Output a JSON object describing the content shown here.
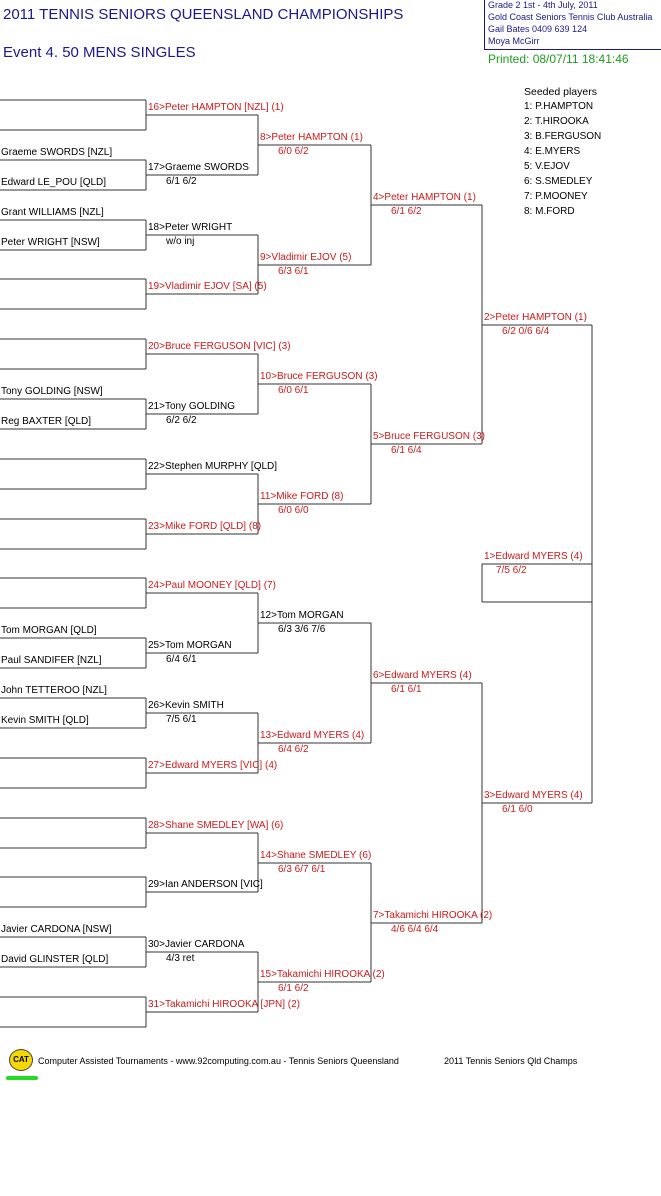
{
  "header": {
    "title": "2011 TENNIS SENIORS QUEENSLAND CHAMPIONSHIPS",
    "event": "Event 4. 50  MENS SINGLES",
    "info_lines": [
      "Grade 2   1st - 4th July, 2011",
      "Gold Coast Seniors Tennis Club   Australia",
      "Gail Bates   0409 639 124",
      "Moya McGirr"
    ],
    "printed": "Printed: 08/07/11 18:41:46"
  },
  "seeds": {
    "heading": "Seeded players",
    "items": [
      "1: P.HAMPTON",
      "2: T.HIROOKA",
      "3: B.FERGUSON",
      "4: E.MYERS",
      "5: V.EJOV",
      "6: S.SMEDLEY",
      "7: P.MOONEY",
      "8: M.FORD"
    ]
  },
  "round1": [
    "",
    "",
    "Graeme SWORDS [NZL]",
    "Edward LE_POU [QLD]",
    "Grant WILLIAMS [NZL]",
    "Peter WRIGHT [NSW]",
    "",
    "",
    "",
    "",
    "Tony GOLDING [NSW]",
    "Reg BAXTER [QLD]",
    "",
    "",
    "",
    "",
    "",
    "",
    "Tom MORGAN [QLD]",
    "Paul SANDIFER [NZL]",
    "John TETTEROO [NZL]",
    "Kevin SMITH [QLD]",
    "",
    "",
    "",
    "",
    "",
    "",
    "Javier CARDONA [NSW]",
    "David GLINSTER [QLD]",
    "",
    ""
  ],
  "round2": [
    {
      "label": "16>Peter HAMPTON [NZL] (1)",
      "seeded": true,
      "score": ""
    },
    {
      "label": "17>Graeme SWORDS",
      "seeded": false,
      "score": "6/1 6/2"
    },
    {
      "label": "18>Peter WRIGHT",
      "seeded": false,
      "score": "w/o inj"
    },
    {
      "label": "19>Vladimir EJOV [SA] (5)",
      "seeded": true,
      "score": ""
    },
    {
      "label": "20>Bruce FERGUSON [VIC] (3)",
      "seeded": true,
      "score": ""
    },
    {
      "label": "21>Tony GOLDING",
      "seeded": false,
      "score": "6/2 6/2"
    },
    {
      "label": "22>Stephen MURPHY [QLD]",
      "seeded": false,
      "score": ""
    },
    {
      "label": "23>Mike FORD [QLD] (8)",
      "seeded": true,
      "score": ""
    },
    {
      "label": "24>Paul MOONEY [QLD] (7)",
      "seeded": true,
      "score": ""
    },
    {
      "label": "25>Tom MORGAN",
      "seeded": false,
      "score": "6/4 6/1"
    },
    {
      "label": "26>Kevin SMITH",
      "seeded": false,
      "score": "7/5 6/1"
    },
    {
      "label": "27>Edward MYERS [VIC] (4)",
      "seeded": true,
      "score": ""
    },
    {
      "label": "28>Shane SMEDLEY [WA] (6)",
      "seeded": true,
      "score": ""
    },
    {
      "label": "29>Ian ANDERSON [VIC]",
      "seeded": false,
      "score": ""
    },
    {
      "label": "30>Javier CARDONA",
      "seeded": false,
      "score": "4/3 ret"
    },
    {
      "label": "31>Takamichi HIROOKA [JPN] (2)",
      "seeded": true,
      "score": ""
    }
  ],
  "round3": [
    {
      "label": "8>Peter HAMPTON (1)",
      "seeded": true,
      "score": "6/0 6/2"
    },
    {
      "label": "9>Vladimir EJOV (5)",
      "seeded": true,
      "score": "6/3 6/1"
    },
    {
      "label": "10>Bruce FERGUSON (3)",
      "seeded": true,
      "score": "6/0 6/1"
    },
    {
      "label": "11>Mike FORD (8)",
      "seeded": true,
      "score": "6/0 6/0"
    },
    {
      "label": "12>Tom MORGAN",
      "seeded": false,
      "score": "6/3 3/6 7/6"
    },
    {
      "label": "13>Edward MYERS (4)",
      "seeded": true,
      "score": "6/4 6/2"
    },
    {
      "label": "14>Shane SMEDLEY (6)",
      "seeded": true,
      "score": "6/3 6/7 6/1"
    },
    {
      "label": "15>Takamichi HIROOKA (2)",
      "seeded": true,
      "score": "6/1 6/2"
    }
  ],
  "round4": [
    {
      "label": "4>Peter HAMPTON (1)",
      "seeded": true,
      "score": "6/1 6/2"
    },
    {
      "label": "5>Bruce FERGUSON (3)",
      "seeded": true,
      "score": "6/1 6/4"
    },
    {
      "label": "6>Edward MYERS (4)",
      "seeded": true,
      "score": "6/1 6/1"
    },
    {
      "label": "7>Takamichi HIROOKA (2)",
      "seeded": true,
      "score": "4/6 6/4 6/4"
    }
  ],
  "round5": [
    {
      "label": "2>Peter HAMPTON (1)",
      "seeded": true,
      "score": "6/2 0/6 6/4"
    },
    {
      "label": "3>Edward MYERS (4)",
      "seeded": true,
      "score": "6/1 6/0"
    }
  ],
  "final": {
    "label": "1>Edward MYERS (4)",
    "seeded": true,
    "score": "7/5 6/2"
  },
  "footer": {
    "logo_text": "CAT",
    "credit": "Computer Assisted Tournaments - www.92computing.com.au -  Tennis Seniors Queensland",
    "event": "2011 Tennis Seniors Qld Champs"
  },
  "colors": {
    "title": "#1a1a8c",
    "seeded": "#cc1a1a",
    "lines": "#333333",
    "printed": "#1e9b1e"
  }
}
